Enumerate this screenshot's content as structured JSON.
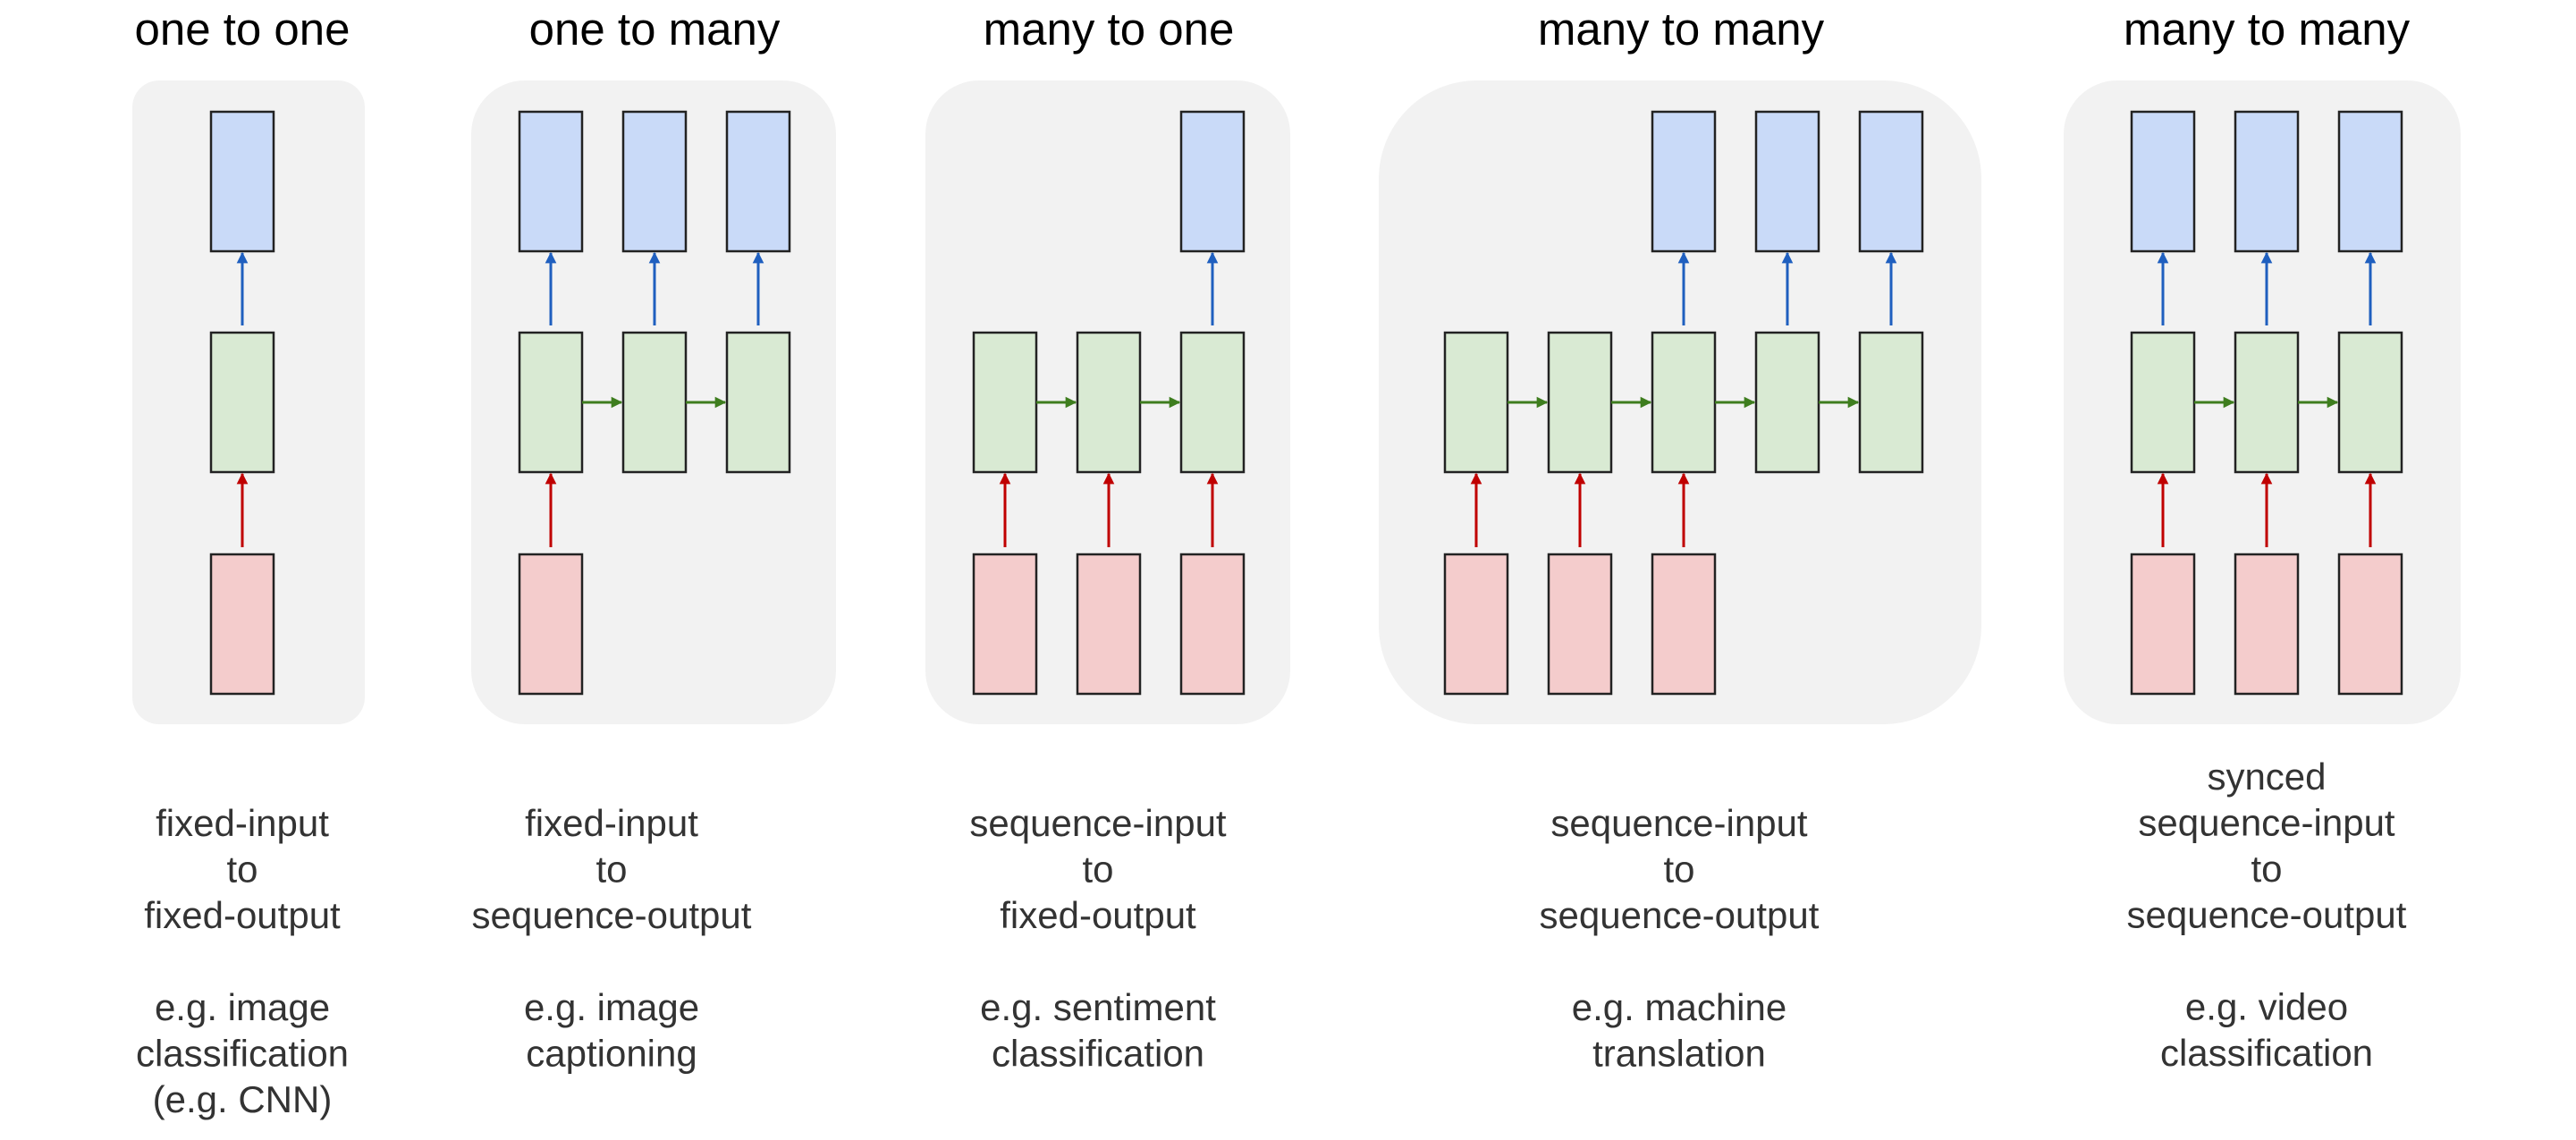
{
  "colors": {
    "panel": "#f2f2f2",
    "output_fill": "#c9daf8",
    "hidden_fill": "#d9ead3",
    "input_fill": "#f4cccc",
    "box_stroke": "#222222",
    "output_arrow": "#1f5fbf",
    "recurrent_arrow": "#3e7d1e",
    "input_arrow": "#c00000",
    "title_text": "#000000",
    "desc_text": "#333333"
  },
  "panels": [
    {
      "id": "one-to-one",
      "title": "one to one",
      "description": [
        "fixed-input",
        "to",
        "fixed-output",
        "",
        "e.g. image",
        "classification",
        "(e.g. CNN)"
      ],
      "timesteps": 1,
      "inputs": [
        0
      ],
      "outputs": [
        0
      ],
      "hidden": [
        0
      ]
    },
    {
      "id": "one-to-many",
      "title": "one to many",
      "description": [
        "fixed-input",
        "to",
        "sequence-output",
        "",
        "e.g. image",
        "captioning"
      ],
      "timesteps": 3,
      "inputs": [
        0
      ],
      "outputs": [
        0,
        1,
        2
      ],
      "hidden": [
        0,
        1,
        2
      ]
    },
    {
      "id": "many-to-one",
      "title": "many to one",
      "description": [
        "sequence-input",
        "to",
        "fixed-output",
        "",
        "e.g. sentiment",
        "classification"
      ],
      "timesteps": 3,
      "inputs": [
        0,
        1,
        2
      ],
      "outputs": [
        2
      ],
      "hidden": [
        0,
        1,
        2
      ]
    },
    {
      "id": "many-to-many-delayed",
      "title": "many to many",
      "description": [
        "sequence-input",
        "to",
        "sequence-output",
        "",
        "e.g. machine",
        "translation"
      ],
      "timesteps": 5,
      "inputs": [
        0,
        1,
        2
      ],
      "outputs": [
        2,
        3,
        4
      ],
      "hidden": [
        0,
        1,
        2,
        3,
        4
      ]
    },
    {
      "id": "many-to-many-synced",
      "title": "many to many",
      "description": [
        "synced",
        "sequence-input",
        "to",
        "sequence-output",
        "",
        "e.g. video",
        "classification"
      ],
      "timesteps": 3,
      "inputs": [
        0,
        1,
        2
      ],
      "outputs": [
        0,
        1,
        2
      ],
      "hidden": [
        0,
        1,
        2
      ]
    }
  ]
}
